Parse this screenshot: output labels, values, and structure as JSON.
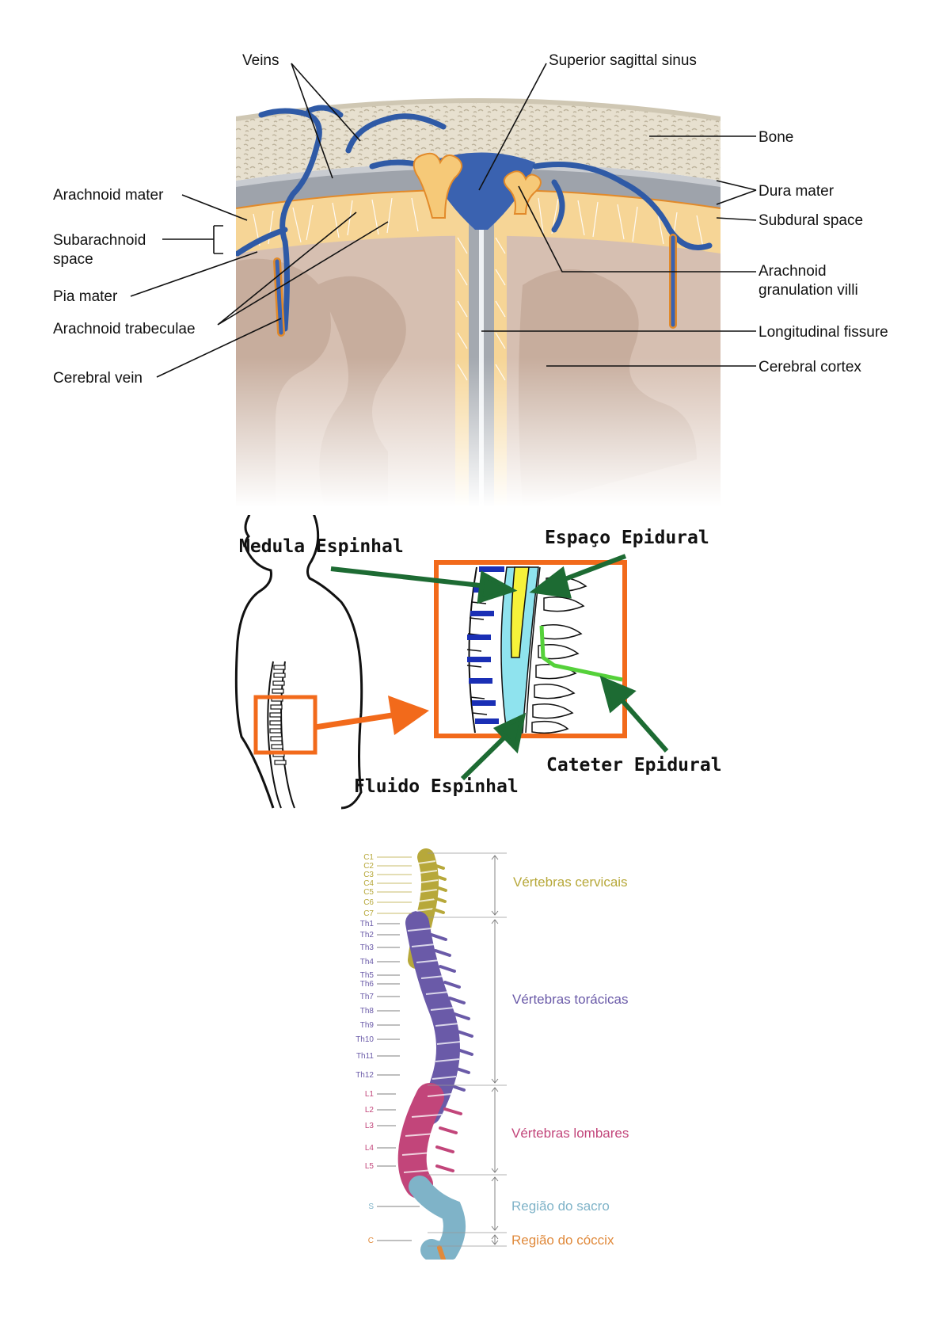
{
  "meninges": {
    "labels": {
      "veins": "Veins",
      "superior_sagittal_sinus": "Superior sagittal sinus",
      "bone": "Bone",
      "dura_mater": "Dura mater",
      "subdural_space": "Subdural space",
      "arachnoid_mater": "Arachnoid mater",
      "subarachnoid_space_1": "Subarachnoid",
      "subarachnoid_space_2": "space",
      "pia_mater": "Pia mater",
      "arachnoid_trabeculae": "Arachnoid trabeculae",
      "cerebral_vein": "Cerebral vein",
      "arachnoid_granulation_1": "Arachnoid",
      "arachnoid_granulation_2": "granulation villi",
      "longitudinal_fissure": "Longitudinal fissure",
      "cerebral_cortex": "Cerebral cortex"
    },
    "colors": {
      "vein": "#2f5aa6",
      "bone": "#ddd5c2",
      "dura": "#9a9ea6",
      "arachnoid": "#f2b44a",
      "cortex": "#cdb3a3"
    }
  },
  "epidural": {
    "labels": {
      "medula": "Medula Espinhal",
      "espaco": "Espaço Epidural",
      "fluido": "Fluido Espinhal",
      "cateter": "Cateter Epidural"
    },
    "colors": {
      "frame": "#f26a1b",
      "arrow": "#1d6b33",
      "catheter": "#55d13a",
      "cord": "#f6f23a",
      "csf": "#8fe3ee",
      "disc": "#1a2fb5"
    }
  },
  "spine": {
    "vertebrae": {
      "cervical": [
        "C1",
        "C2",
        "C3",
        "C4",
        "C5",
        "C6",
        "C7"
      ],
      "thoracic": [
        "Th1",
        "Th2",
        "Th3",
        "Th4",
        "Th5",
        "Th6",
        "Th7",
        "Th8",
        "Th9",
        "Th10",
        "Th11",
        "Th12"
      ],
      "lumbar": [
        "L1",
        "L2",
        "L3",
        "L4",
        "L5"
      ],
      "sacral": [
        "S"
      ],
      "coccyx": [
        "C"
      ]
    },
    "regions": {
      "cervical": "Vértebras cervicais",
      "thoracic": "Vértebras torácicas",
      "lumbar": "Vértebras lombares",
      "sacral": "Região do sacro",
      "coccyx": "Região do cóccix"
    },
    "colors": {
      "cervical": "#b7a83a",
      "thoracic": "#6a5aa8",
      "lumbar": "#c2457a",
      "sacral": "#7fb3c8",
      "coccyx": "#e08a3c"
    }
  }
}
